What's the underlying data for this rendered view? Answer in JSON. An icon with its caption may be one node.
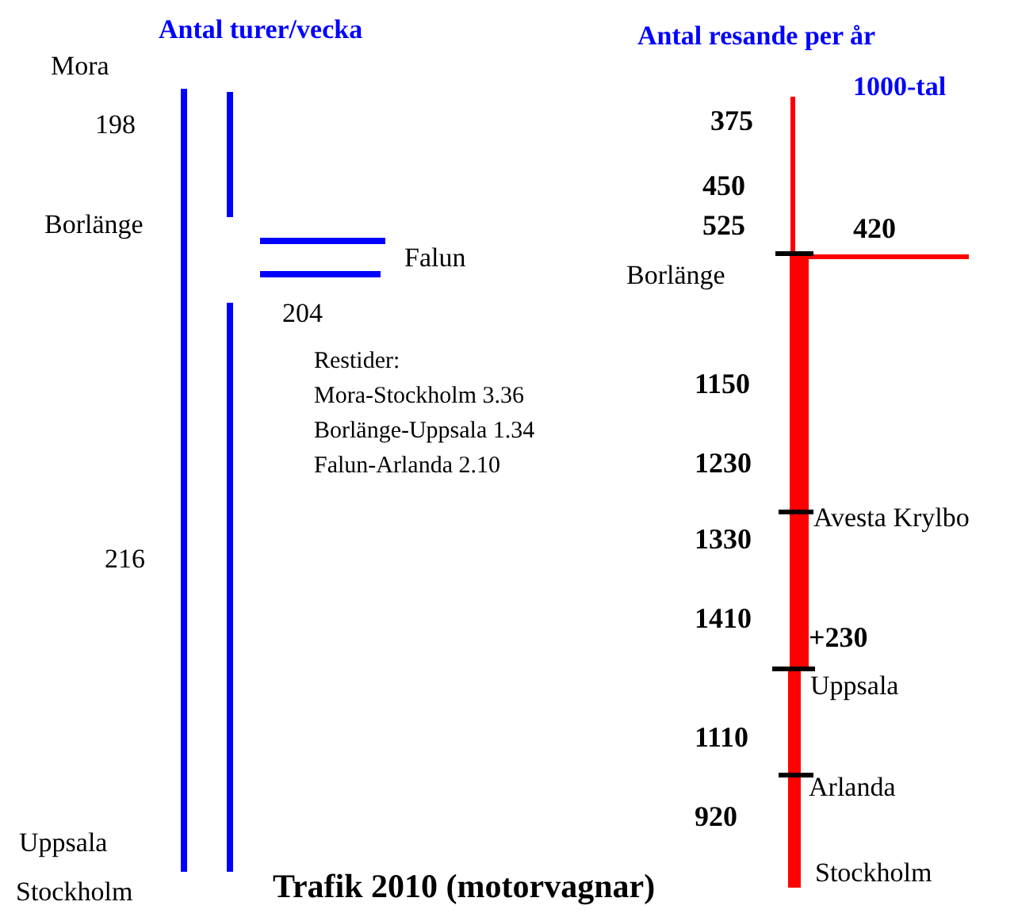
{
  "diagram": {
    "title": "Trafik 2010 (motorvagnar)",
    "labels": [
      "Antal turer/vecka",
      "Antal resande per år",
      "Mora",
      "1000-tal",
      "375",
      "198",
      "450",
      "Borlänge",
      "525",
      "420",
      "Falun",
      "Borlänge",
      "204",
      "Restider:",
      "Mora-Stockholm 3.36",
      "Borlänge-Uppsala 1.34",
      "Falun-Arlanda 2.10",
      "1150",
      "1230",
      "Avesta Krylbo",
      "1330",
      "216",
      "1410",
      "+230",
      "Uppsala",
      "1110",
      "Arlanda",
      "920",
      "Uppsala",
      "Stockholm",
      "Stockholm"
    ]
  }
}
